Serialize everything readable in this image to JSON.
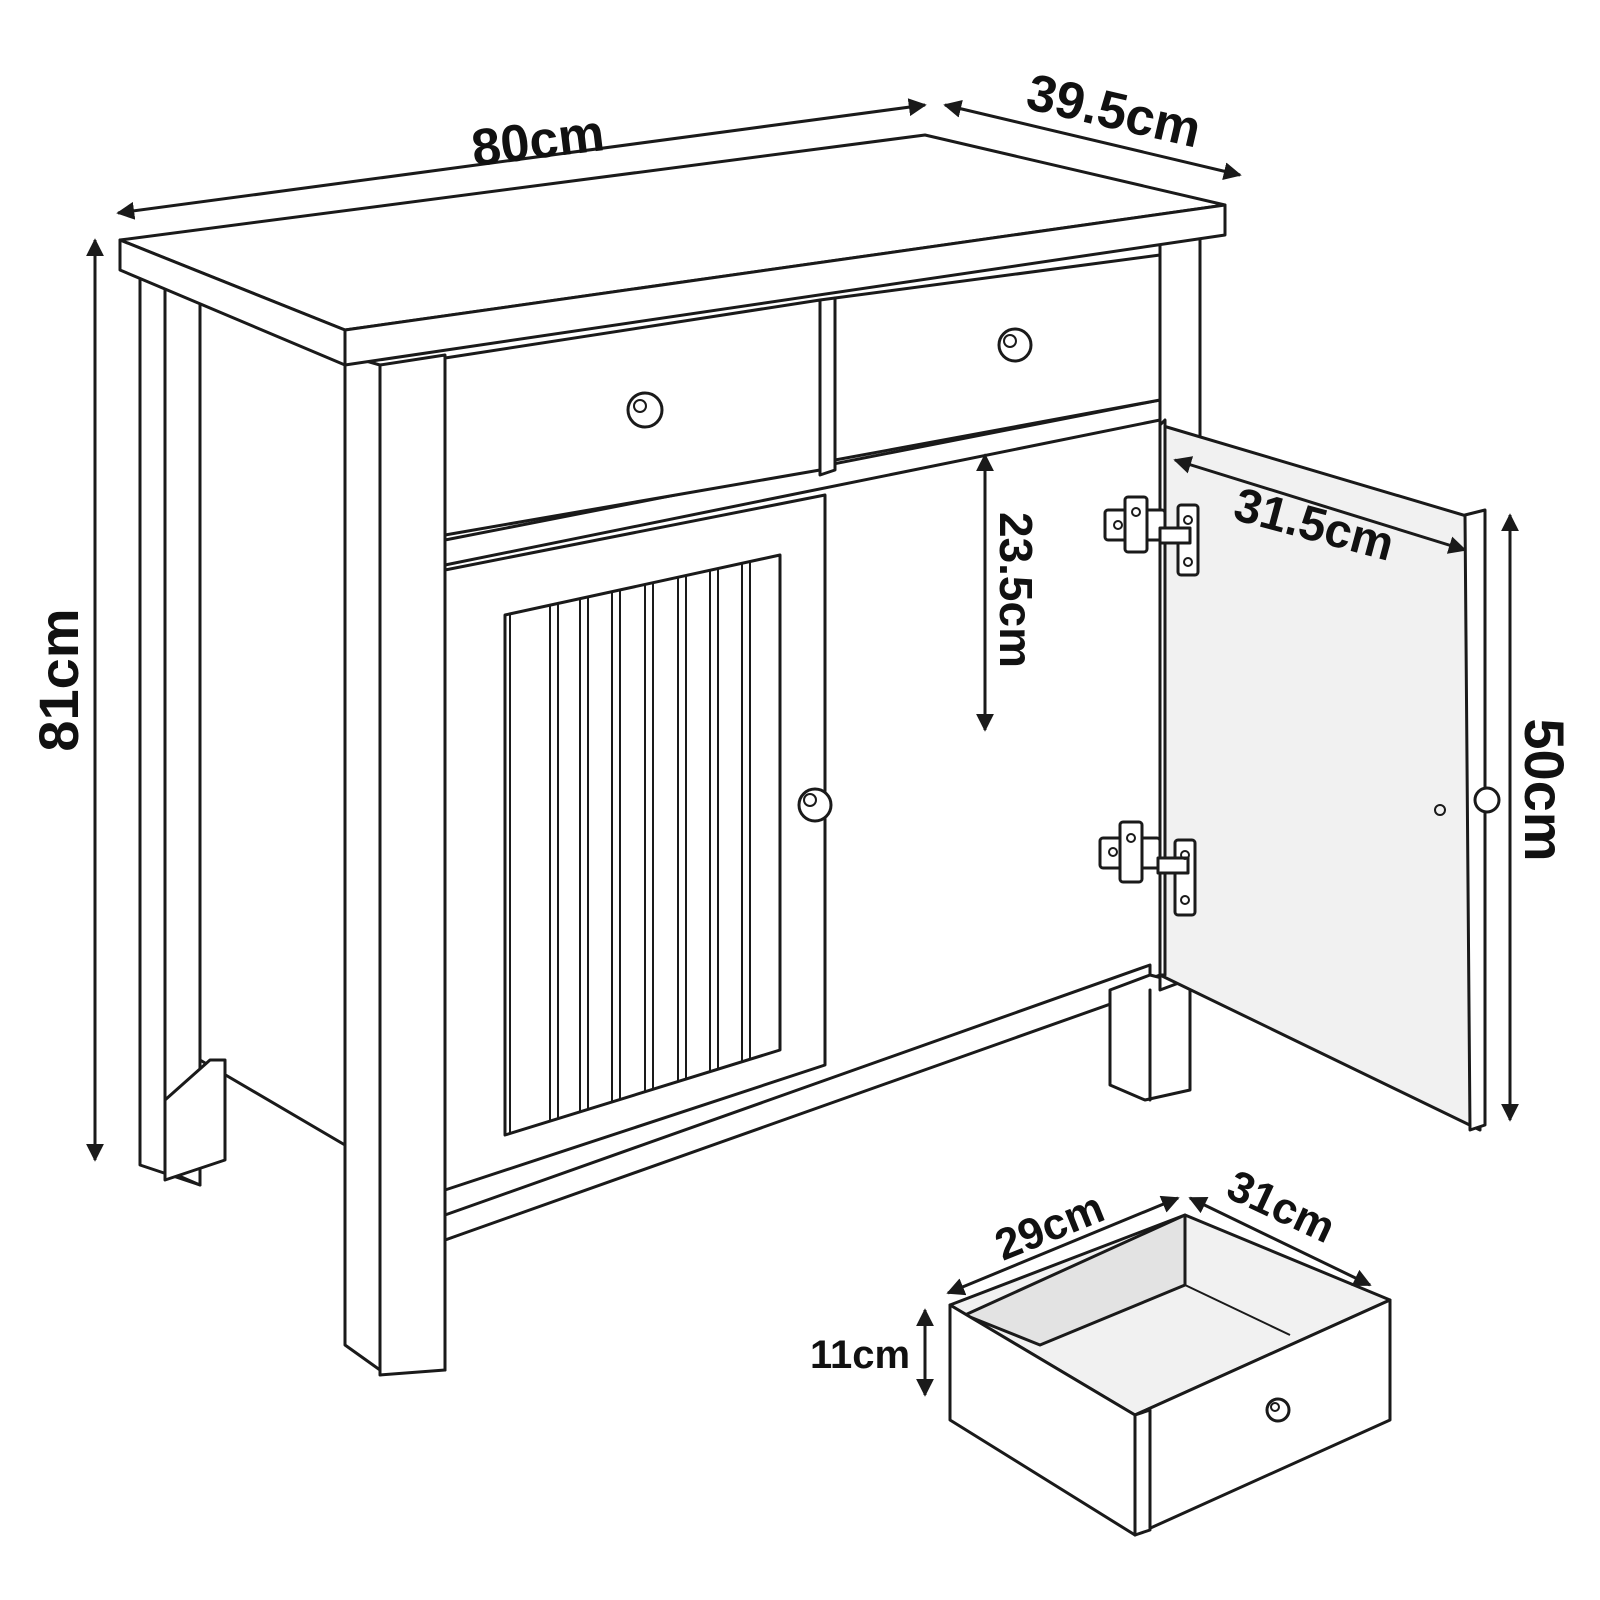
{
  "diagram": {
    "dimensions": {
      "overall_width": "80cm",
      "overall_depth": "39.5cm",
      "overall_height": "81cm",
      "shelf_spacing": "23.5cm",
      "door_width": "31.5cm",
      "door_height": "50cm",
      "drawer_width": "29cm",
      "drawer_depth": "31cm",
      "drawer_height": "11cm"
    },
    "colors": {
      "line": "#1a1a1a",
      "panel": "#ffffff",
      "interior": "#e3e3e3"
    }
  }
}
